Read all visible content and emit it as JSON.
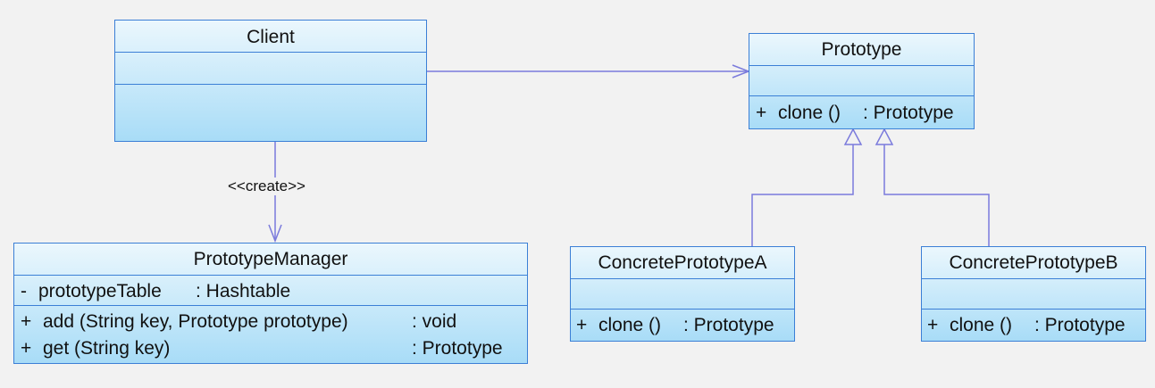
{
  "classes": {
    "client": {
      "name": "Client"
    },
    "prototype": {
      "name": "Prototype",
      "op1_vis": "+",
      "op1_name": "clone ()",
      "op1_type": ": Prototype"
    },
    "manager": {
      "name": "PrototypeManager",
      "attr1_vis": "-",
      "attr1_name": "prototypeTable",
      "attr1_type": ": Hashtable",
      "op1_vis": "+",
      "op1_name": "add (String key, Prototype prototype)",
      "op1_type": ": void",
      "op2_vis": "+",
      "op2_name": "get (String key)",
      "op2_type": ": Prototype"
    },
    "concreteA": {
      "name": "ConcretePrototypeA",
      "op1_vis": "+",
      "op1_name": "clone ()",
      "op1_type": ": Prototype"
    },
    "concreteB": {
      "name": "ConcretePrototypeB",
      "op1_vis": "+",
      "op1_name": "clone ()",
      "op1_type": ": Prototype"
    }
  },
  "relations": {
    "create_label": "<<create>>"
  },
  "colors": {
    "line": "#7b7bdc",
    "border": "#3b7fd6"
  }
}
